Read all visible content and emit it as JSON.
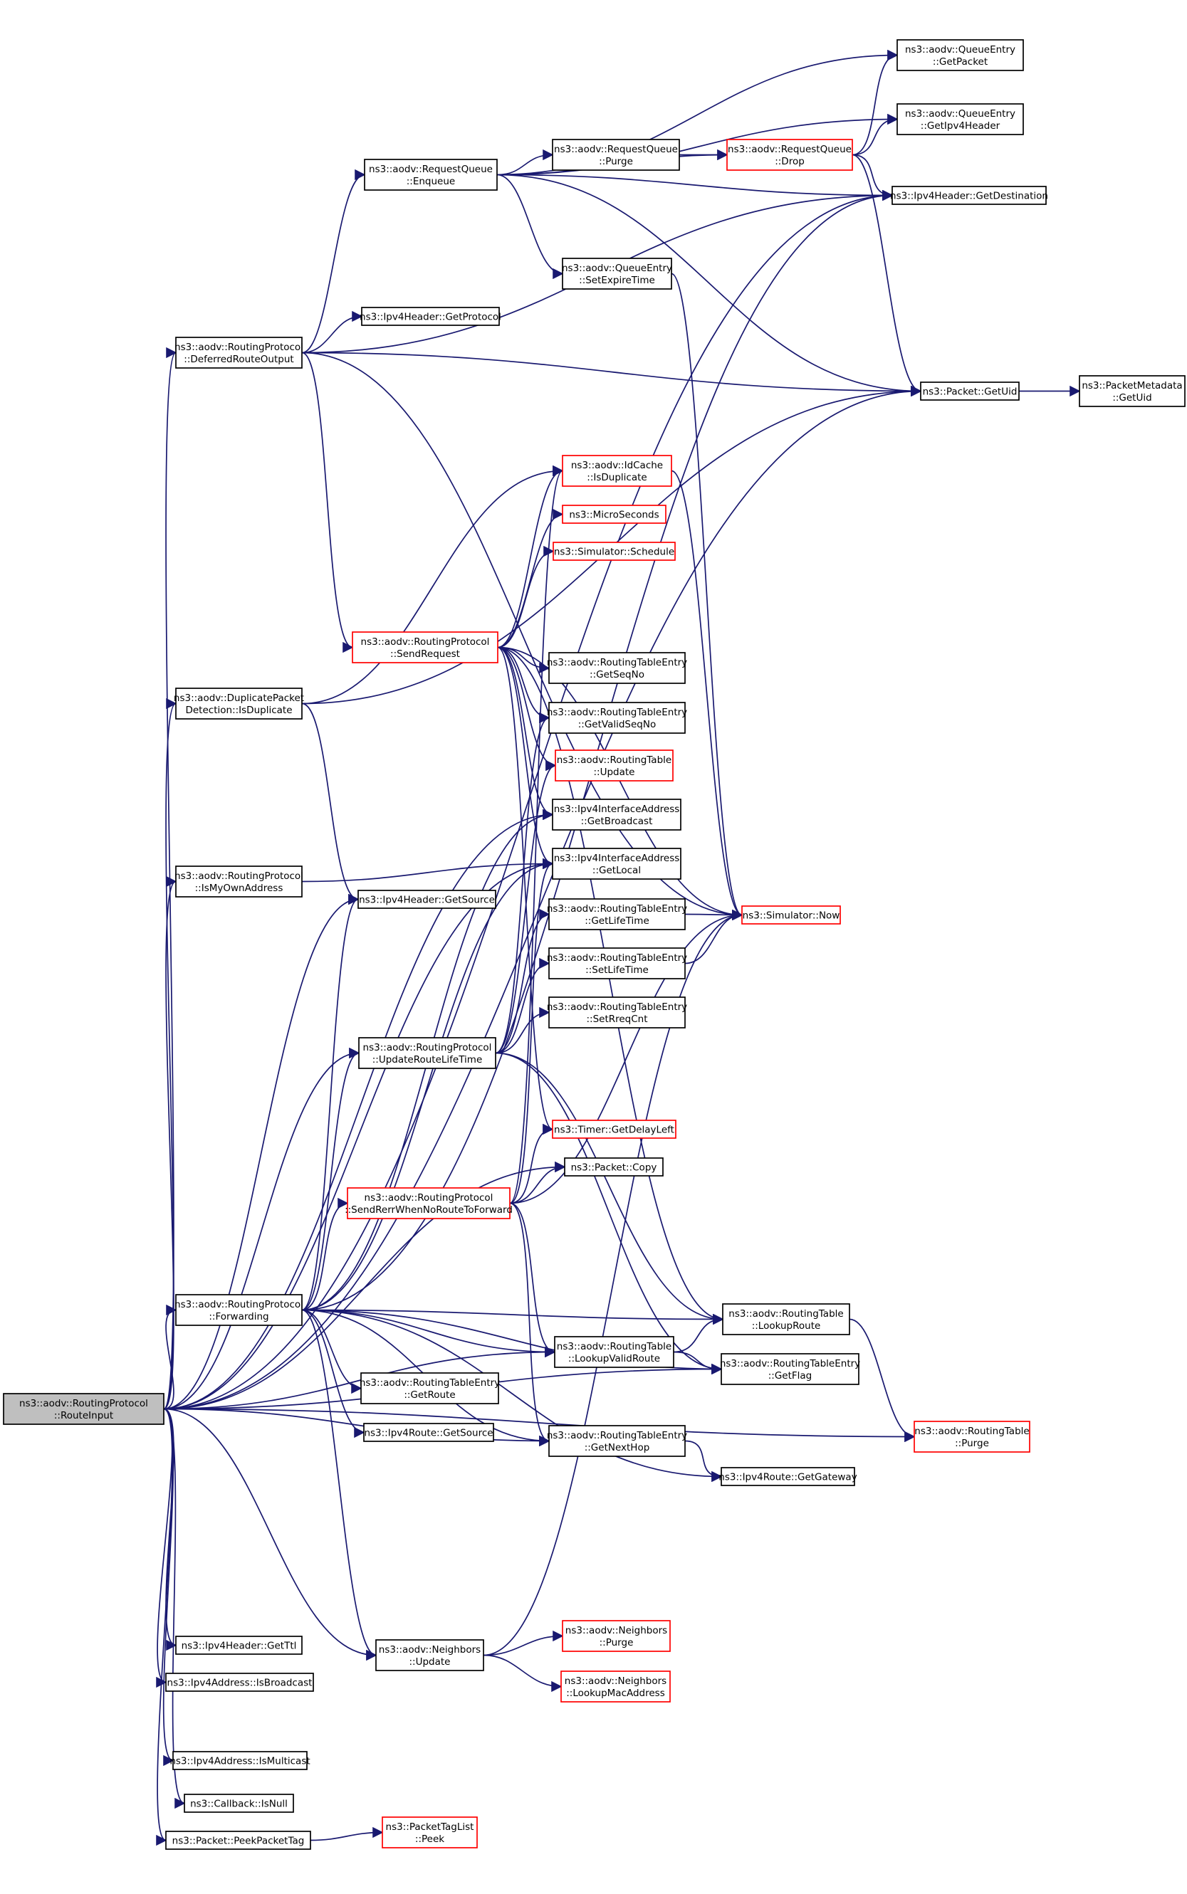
{
  "nodes": [
    {
      "id": "routeinput",
      "lines": [
        "ns3::aodv::RoutingProtocol",
        "::RouteInput"
      ],
      "style": "root"
    },
    {
      "id": "deferred",
      "lines": [
        "ns3::aodv::RoutingProtocol",
        "::DeferredRouteOutput"
      ],
      "style": "normal"
    },
    {
      "id": "duplicate",
      "lines": [
        "ns3::aodv::DuplicatePacket",
        "Detection::IsDuplicate"
      ],
      "style": "normal"
    },
    {
      "id": "ismyown",
      "lines": [
        "ns3::aodv::RoutingProtocol",
        "::IsMyOwnAddress"
      ],
      "style": "normal"
    },
    {
      "id": "forwarding",
      "lines": [
        "ns3::aodv::RoutingProtocol",
        "::Forwarding"
      ],
      "style": "normal"
    },
    {
      "id": "getttl",
      "lines": [
        "ns3::Ipv4Header::GetTtl"
      ],
      "style": "normal"
    },
    {
      "id": "isbroadcast",
      "lines": [
        "ns3::Ipv4Address::IsBroadcast"
      ],
      "style": "normal"
    },
    {
      "id": "ismulticast",
      "lines": [
        "ns3::Ipv4Address::IsMulticast"
      ],
      "style": "normal"
    },
    {
      "id": "isnull",
      "lines": [
        "ns3::Callback::IsNull"
      ],
      "style": "normal"
    },
    {
      "id": "peekpackettag",
      "lines": [
        "ns3::Packet::PeekPacketTag"
      ],
      "style": "normal"
    },
    {
      "id": "enqueue",
      "lines": [
        "ns3::aodv::RequestQueue",
        "::Enqueue"
      ],
      "style": "normal"
    },
    {
      "id": "getprotocol",
      "lines": [
        "ns3::Ipv4Header::GetProtocol"
      ],
      "style": "normal"
    },
    {
      "id": "sendrequest",
      "lines": [
        "ns3::aodv::RoutingProtocol",
        "::SendRequest"
      ],
      "style": "red"
    },
    {
      "id": "getsource_hdr",
      "lines": [
        "ns3::Ipv4Header::GetSource"
      ],
      "style": "normal"
    },
    {
      "id": "updateroutelifetime",
      "lines": [
        "ns3::aodv::RoutingProtocol",
        "::UpdateRouteLifeTime"
      ],
      "style": "normal"
    },
    {
      "id": "sendrerr",
      "lines": [
        "ns3::aodv::RoutingProtocol",
        "::SendRerrWhenNoRouteToForward"
      ],
      "style": "red"
    },
    {
      "id": "rte_getroute",
      "lines": [
        "ns3::aodv::RoutingTableEntry",
        "::GetRoute"
      ],
      "style": "normal"
    },
    {
      "id": "ipv4route_getsource",
      "lines": [
        "ns3::Ipv4Route::GetSource"
      ],
      "style": "normal"
    },
    {
      "id": "neighbors_update",
      "lines": [
        "ns3::aodv::Neighbors",
        "::Update"
      ],
      "style": "normal"
    },
    {
      "id": "rq_purge",
      "lines": [
        "ns3::aodv::RequestQueue",
        "::Purge"
      ],
      "style": "normal"
    },
    {
      "id": "setexpiretime",
      "lines": [
        "ns3::aodv::QueueEntry",
        "::SetExpireTime"
      ],
      "style": "normal"
    },
    {
      "id": "idcache_isdup",
      "lines": [
        "ns3::aodv::IdCache",
        "::IsDuplicate"
      ],
      "style": "red"
    },
    {
      "id": "microseconds",
      "lines": [
        "ns3::MicroSeconds"
      ],
      "style": "red"
    },
    {
      "id": "schedule",
      "lines": [
        "ns3::Simulator::Schedule"
      ],
      "style": "red"
    },
    {
      "id": "getseqno",
      "lines": [
        "ns3::aodv::RoutingTableEntry",
        "::GetSeqNo"
      ],
      "style": "normal"
    },
    {
      "id": "getvalidseqno",
      "lines": [
        "ns3::aodv::RoutingTableEntry",
        "::GetValidSeqNo"
      ],
      "style": "normal"
    },
    {
      "id": "rt_update",
      "lines": [
        "ns3::aodv::RoutingTable",
        "::Update"
      ],
      "style": "red"
    },
    {
      "id": "getbroadcast",
      "lines": [
        "ns3::Ipv4InterfaceAddress",
        "::GetBroadcast"
      ],
      "style": "normal"
    },
    {
      "id": "getlocal",
      "lines": [
        "ns3::Ipv4InterfaceAddress",
        "::GetLocal"
      ],
      "style": "normal"
    },
    {
      "id": "getlifetime",
      "lines": [
        "ns3::aodv::RoutingTableEntry",
        "::GetLifeTime"
      ],
      "style": "normal"
    },
    {
      "id": "setlifetime",
      "lines": [
        "ns3::aodv::RoutingTableEntry",
        "::SetLifeTime"
      ],
      "style": "normal"
    },
    {
      "id": "setreqcnt",
      "lines": [
        "ns3::aodv::RoutingTableEntry",
        "::SetRreqCnt"
      ],
      "style": "normal"
    },
    {
      "id": "getdelayleft",
      "lines": [
        "ns3::Timer::GetDelayLeft"
      ],
      "style": "red"
    },
    {
      "id": "packet_copy",
      "lines": [
        "ns3::Packet::Copy"
      ],
      "style": "normal"
    },
    {
      "id": "lookupvalidroute",
      "lines": [
        "ns3::aodv::RoutingTable",
        "::LookupValidRoute"
      ],
      "style": "normal"
    },
    {
      "id": "getnexthop",
      "lines": [
        "ns3::aodv::RoutingTableEntry",
        "::GetNextHop"
      ],
      "style": "normal"
    },
    {
      "id": "neighbors_purge",
      "lines": [
        "ns3::aodv::Neighbors",
        "::Purge"
      ],
      "style": "red"
    },
    {
      "id": "lookupmacaddress",
      "lines": [
        "ns3::aodv::Neighbors",
        "::LookupMacAddress"
      ],
      "style": "red"
    },
    {
      "id": "ptl_peek",
      "lines": [
        "ns3::PacketTagList",
        "::Peek"
      ],
      "style": "red"
    },
    {
      "id": "rq_drop",
      "lines": [
        "ns3::aodv::RequestQueue",
        "::Drop"
      ],
      "style": "red"
    },
    {
      "id": "qe_getpacket",
      "lines": [
        "ns3::aodv::QueueEntry",
        "::GetPacket"
      ],
      "style": "normal"
    },
    {
      "id": "qe_getipv4header",
      "lines": [
        "ns3::aodv::QueueEntry",
        "::GetIpv4Header"
      ],
      "style": "normal"
    },
    {
      "id": "getdestination",
      "lines": [
        "ns3::Ipv4Header::GetDestination"
      ],
      "style": "normal"
    },
    {
      "id": "packet_getuid",
      "lines": [
        "ns3::Packet::GetUid"
      ],
      "style": "normal"
    },
    {
      "id": "now",
      "lines": [
        "ns3::Simulator::Now"
      ],
      "style": "red"
    },
    {
      "id": "lookuproute",
      "lines": [
        "ns3::aodv::RoutingTable",
        "::LookupRoute"
      ],
      "style": "normal"
    },
    {
      "id": "rte_getflag",
      "lines": [
        "ns3::aodv::RoutingTableEntry",
        "::GetFlag"
      ],
      "style": "normal"
    },
    {
      "id": "getgateway",
      "lines": [
        "ns3::Ipv4Route::GetGateway"
      ],
      "style": "normal"
    },
    {
      "id": "rt_purge",
      "lines": [
        "ns3::aodv::RoutingTable",
        "::Purge"
      ],
      "style": "red"
    },
    {
      "id": "pm_getuid",
      "lines": [
        "ns3::PacketMetadata",
        "::GetUid"
      ],
      "style": "normal"
    }
  ],
  "edges": [
    [
      "routeinput",
      "deferred"
    ],
    [
      "routeinput",
      "duplicate"
    ],
    [
      "routeinput",
      "ismyown"
    ],
    [
      "routeinput",
      "forwarding"
    ],
    [
      "routeinput",
      "getttl"
    ],
    [
      "routeinput",
      "isbroadcast"
    ],
    [
      "routeinput",
      "ismulticast"
    ],
    [
      "routeinput",
      "isnull"
    ],
    [
      "routeinput",
      "peekpackettag"
    ],
    [
      "routeinput",
      "getsource_hdr"
    ],
    [
      "routeinput",
      "updateroutelifetime"
    ],
    [
      "routeinput",
      "neighbors_update"
    ],
    [
      "routeinput",
      "getbroadcast"
    ],
    [
      "routeinput",
      "getlocal"
    ],
    [
      "routeinput",
      "packet_copy"
    ],
    [
      "routeinput",
      "lookupvalidroute"
    ],
    [
      "routeinput",
      "getnexthop"
    ],
    [
      "routeinput",
      "rt_purge"
    ],
    [
      "routeinput",
      "getdestination"
    ],
    [
      "routeinput",
      "packet_getuid"
    ],
    [
      "routeinput",
      "rte_getflag"
    ],
    [
      "deferred",
      "enqueue"
    ],
    [
      "deferred",
      "getprotocol"
    ],
    [
      "deferred",
      "sendrequest"
    ],
    [
      "deferred",
      "packet_getuid"
    ],
    [
      "deferred",
      "getdestination"
    ],
    [
      "deferred",
      "now"
    ],
    [
      "duplicate",
      "idcache_isdup"
    ],
    [
      "duplicate",
      "getsource_hdr"
    ],
    [
      "duplicate",
      "packet_getuid"
    ],
    [
      "ismyown",
      "getlocal"
    ],
    [
      "forwarding",
      "updateroutelifetime"
    ],
    [
      "forwarding",
      "sendrerr"
    ],
    [
      "forwarding",
      "rte_getroute"
    ],
    [
      "forwarding",
      "ipv4route_getsource"
    ],
    [
      "forwarding",
      "neighbors_update"
    ],
    [
      "forwarding",
      "getsource_hdr"
    ],
    [
      "forwarding",
      "lookuproute"
    ],
    [
      "forwarding",
      "rte_getflag"
    ],
    [
      "forwarding",
      "getgateway"
    ],
    [
      "forwarding",
      "getdestination"
    ],
    [
      "forwarding",
      "getnexthop"
    ],
    [
      "forwarding",
      "lookupvalidroute"
    ],
    [
      "forwarding",
      "getlocal"
    ],
    [
      "forwarding",
      "getbroadcast"
    ],
    [
      "enqueue",
      "rq_purge"
    ],
    [
      "enqueue",
      "setexpiretime"
    ],
    [
      "enqueue",
      "rq_drop"
    ],
    [
      "enqueue",
      "qe_getpacket"
    ],
    [
      "enqueue",
      "qe_getipv4header"
    ],
    [
      "enqueue",
      "getdestination"
    ],
    [
      "enqueue",
      "packet_getuid"
    ],
    [
      "rq_purge",
      "rq_drop"
    ],
    [
      "rq_drop",
      "qe_getpacket"
    ],
    [
      "rq_drop",
      "qe_getipv4header"
    ],
    [
      "rq_drop",
      "getdestination"
    ],
    [
      "rq_drop",
      "packet_getuid"
    ],
    [
      "setexpiretime",
      "now"
    ],
    [
      "packet_getuid",
      "pm_getuid"
    ],
    [
      "idcache_isdup",
      "now"
    ],
    [
      "sendrequest",
      "idcache_isdup"
    ],
    [
      "sendrequest",
      "microseconds"
    ],
    [
      "sendrequest",
      "schedule"
    ],
    [
      "sendrequest",
      "getseqno"
    ],
    [
      "sendrequest",
      "getvalidseqno"
    ],
    [
      "sendrequest",
      "rt_update"
    ],
    [
      "sendrequest",
      "getbroadcast"
    ],
    [
      "sendrequest",
      "getlocal"
    ],
    [
      "sendrequest",
      "lookuproute"
    ],
    [
      "sendrequest",
      "now"
    ],
    [
      "sendrequest",
      "getdelayleft"
    ],
    [
      "updateroutelifetime",
      "getlifetime"
    ],
    [
      "updateroutelifetime",
      "setlifetime"
    ],
    [
      "updateroutelifetime",
      "setreqcnt"
    ],
    [
      "updateroutelifetime",
      "lookuproute"
    ],
    [
      "updateroutelifetime",
      "rte_getflag"
    ],
    [
      "updateroutelifetime",
      "rt_update"
    ],
    [
      "updateroutelifetime",
      "getvalidseqno"
    ],
    [
      "getlifetime",
      "now"
    ],
    [
      "setlifetime",
      "now"
    ],
    [
      "sendrerr",
      "packet_copy"
    ],
    [
      "sendrerr",
      "getdelayleft"
    ],
    [
      "sendrerr",
      "lookupvalidroute"
    ],
    [
      "sendrerr",
      "getnexthop"
    ],
    [
      "sendrerr",
      "now"
    ],
    [
      "sendrerr",
      "getlocal"
    ],
    [
      "sendrerr",
      "idcache_isdup"
    ],
    [
      "lookupvalidroute",
      "lookuproute"
    ],
    [
      "lookupvalidroute",
      "rte_getflag"
    ],
    [
      "getnexthop",
      "getgateway"
    ],
    [
      "lookuproute",
      "rt_purge"
    ],
    [
      "neighbors_update",
      "neighbors_purge"
    ],
    [
      "neighbors_update",
      "lookupmacaddress"
    ],
    [
      "neighbors_update",
      "now"
    ],
    [
      "peekpackettag",
      "ptl_peek"
    ]
  ]
}
